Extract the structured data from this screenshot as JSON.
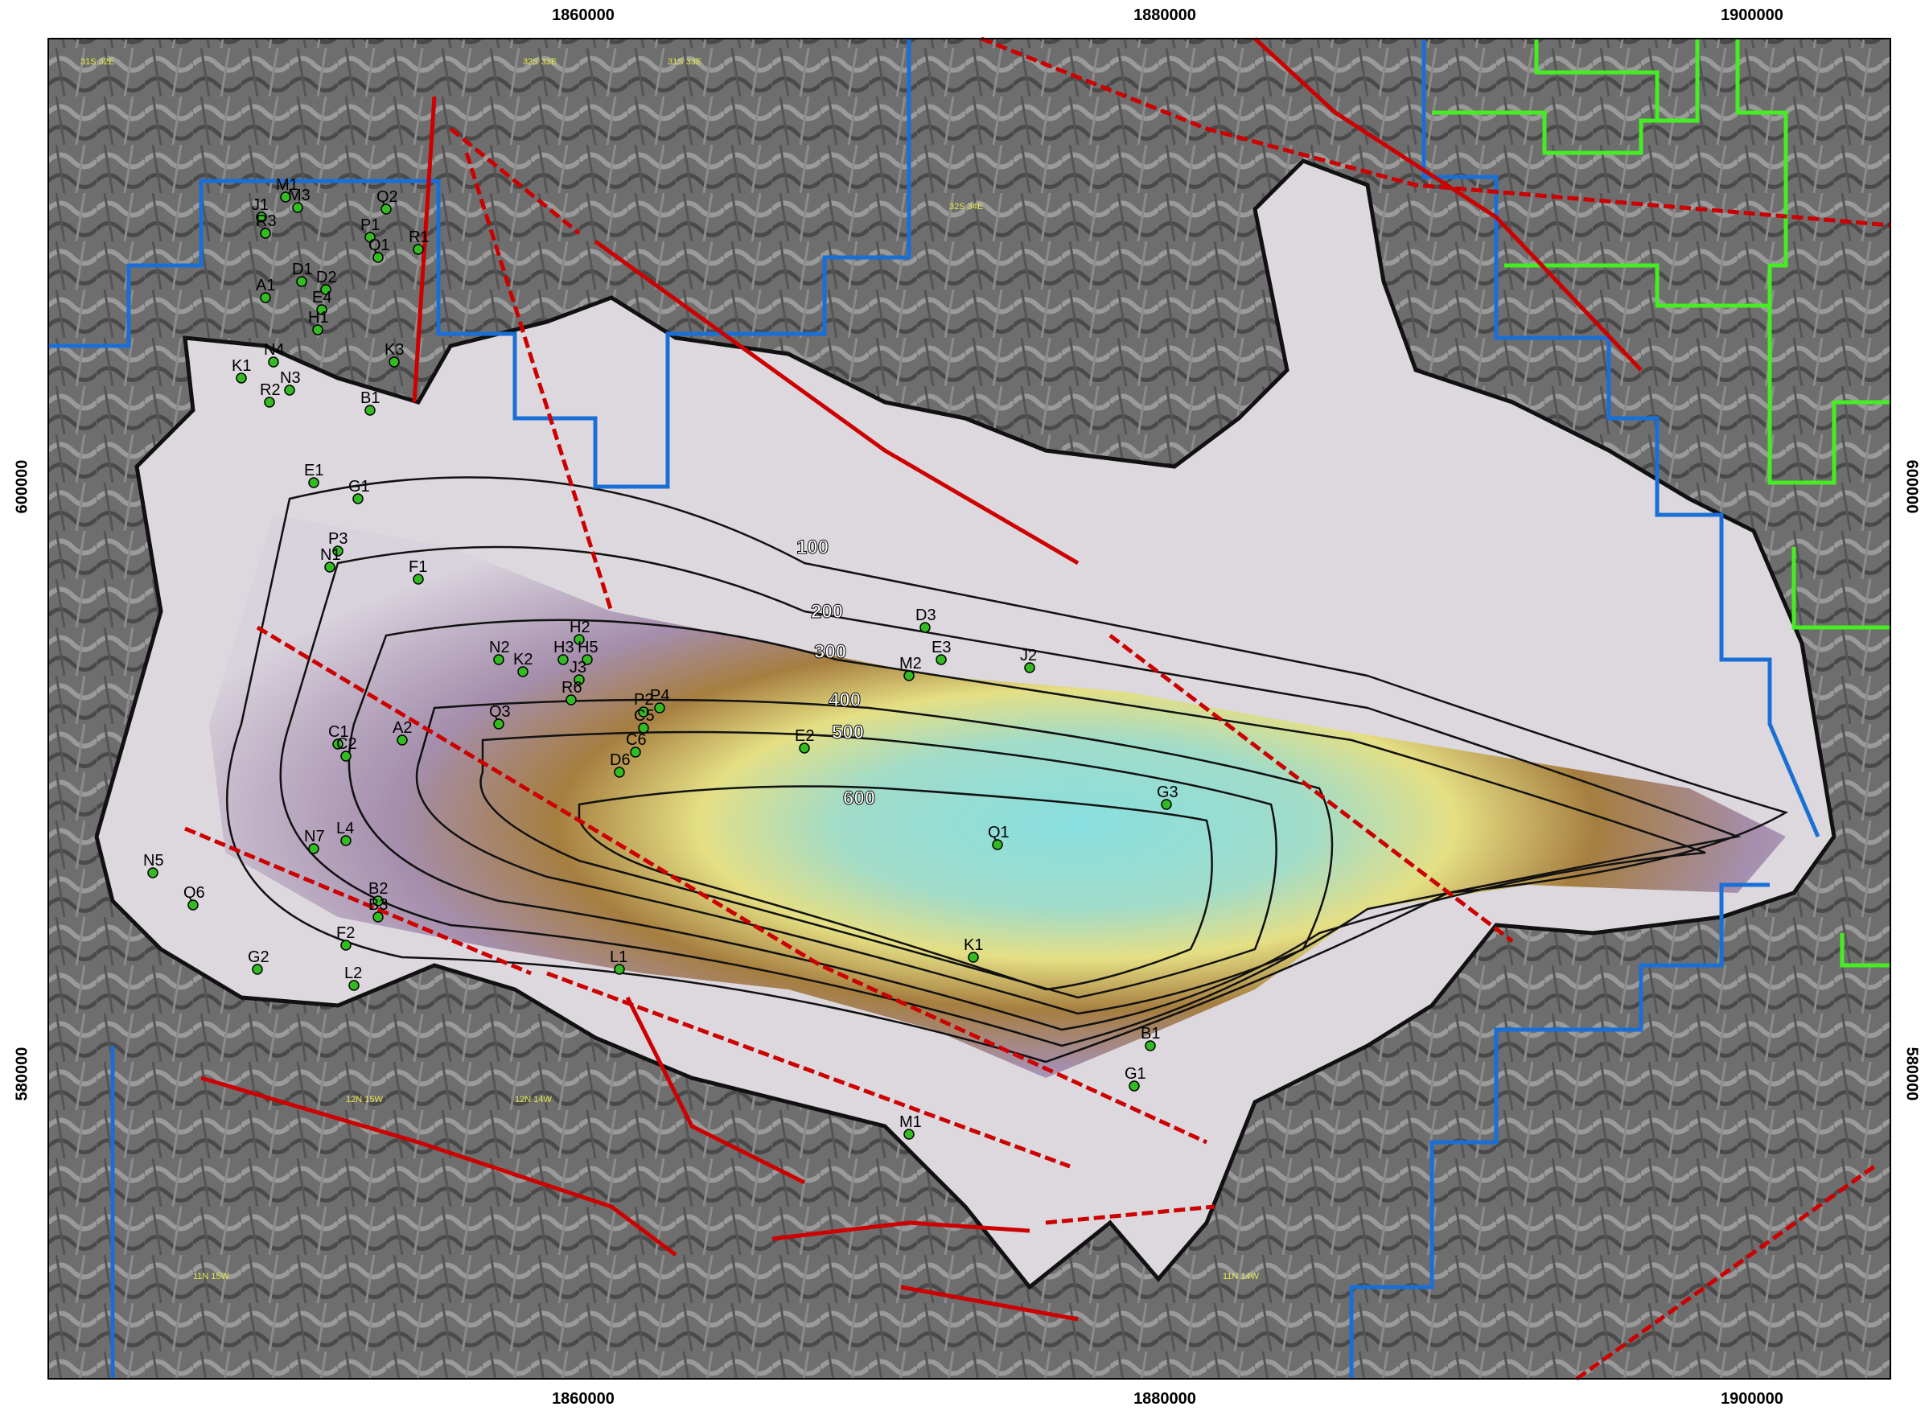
{
  "map": {
    "axes": {
      "x_ticks": [
        "1860000",
        "1880000",
        "1900000"
      ],
      "y_ticks": [
        "600000",
        "580000"
      ]
    },
    "contour_labels": [
      "100",
      "200",
      "300",
      "400",
      "500",
      "600"
    ],
    "colors": {
      "fault_line": "#cc0000",
      "boundary_blue": "#1a6fd6",
      "boundary_green": "#44ee22",
      "well_point": "#33bb22",
      "basin_outline": "#111111",
      "deep_zone": "#7fe0e0",
      "mid_zone": "#e6e07a",
      "brown_zone": "#a0742e",
      "purple_zone": "#9f86a8"
    },
    "wells": [
      {
        "label": "J1"
      },
      {
        "label": "M1"
      },
      {
        "label": "M3"
      },
      {
        "label": "R3"
      },
      {
        "label": "Q2"
      },
      {
        "label": "P1"
      },
      {
        "label": "Q1"
      },
      {
        "label": "R1"
      },
      {
        "label": "A1"
      },
      {
        "label": "D1"
      },
      {
        "label": "D2"
      },
      {
        "label": "E4"
      },
      {
        "label": "H1"
      },
      {
        "label": "K3"
      },
      {
        "label": "K1"
      },
      {
        "label": "N4"
      },
      {
        "label": "N3"
      },
      {
        "label": "R2"
      },
      {
        "label": "B1"
      },
      {
        "label": "G1"
      },
      {
        "label": "E1"
      },
      {
        "label": "P3"
      },
      {
        "label": "N1"
      },
      {
        "label": "F1"
      },
      {
        "label": "N2"
      },
      {
        "label": "H2"
      },
      {
        "label": "H5"
      },
      {
        "label": "H3"
      },
      {
        "label": "J3"
      },
      {
        "label": "K2"
      },
      {
        "label": "R6"
      },
      {
        "label": "P2"
      },
      {
        "label": "P4"
      },
      {
        "label": "J2"
      },
      {
        "label": "D3"
      },
      {
        "label": "E3"
      },
      {
        "label": "M2"
      },
      {
        "label": "C1"
      },
      {
        "label": "C2"
      },
      {
        "label": "Q3"
      },
      {
        "label": "A2"
      },
      {
        "label": "C5"
      },
      {
        "label": "C6"
      },
      {
        "label": "D6"
      },
      {
        "label": "E2"
      },
      {
        "label": "G3"
      },
      {
        "label": "L1"
      },
      {
        "label": "L2"
      },
      {
        "label": "L4"
      },
      {
        "label": "N5"
      },
      {
        "label": "N7"
      },
      {
        "label": "Q6"
      },
      {
        "label": "B2"
      },
      {
        "label": "B3"
      },
      {
        "label": "G2"
      },
      {
        "label": "F2"
      },
      {
        "label": "M1"
      },
      {
        "label": "Q1"
      },
      {
        "label": "K1"
      },
      {
        "label": "B1"
      },
      {
        "label": "G1"
      }
    ],
    "sections": [
      "31S 32E",
      "32S 33E",
      "32S 34E",
      "12N 14W",
      "11N 15W",
      "12N 15W",
      "11N 14W",
      "31S 33E"
    ]
  }
}
